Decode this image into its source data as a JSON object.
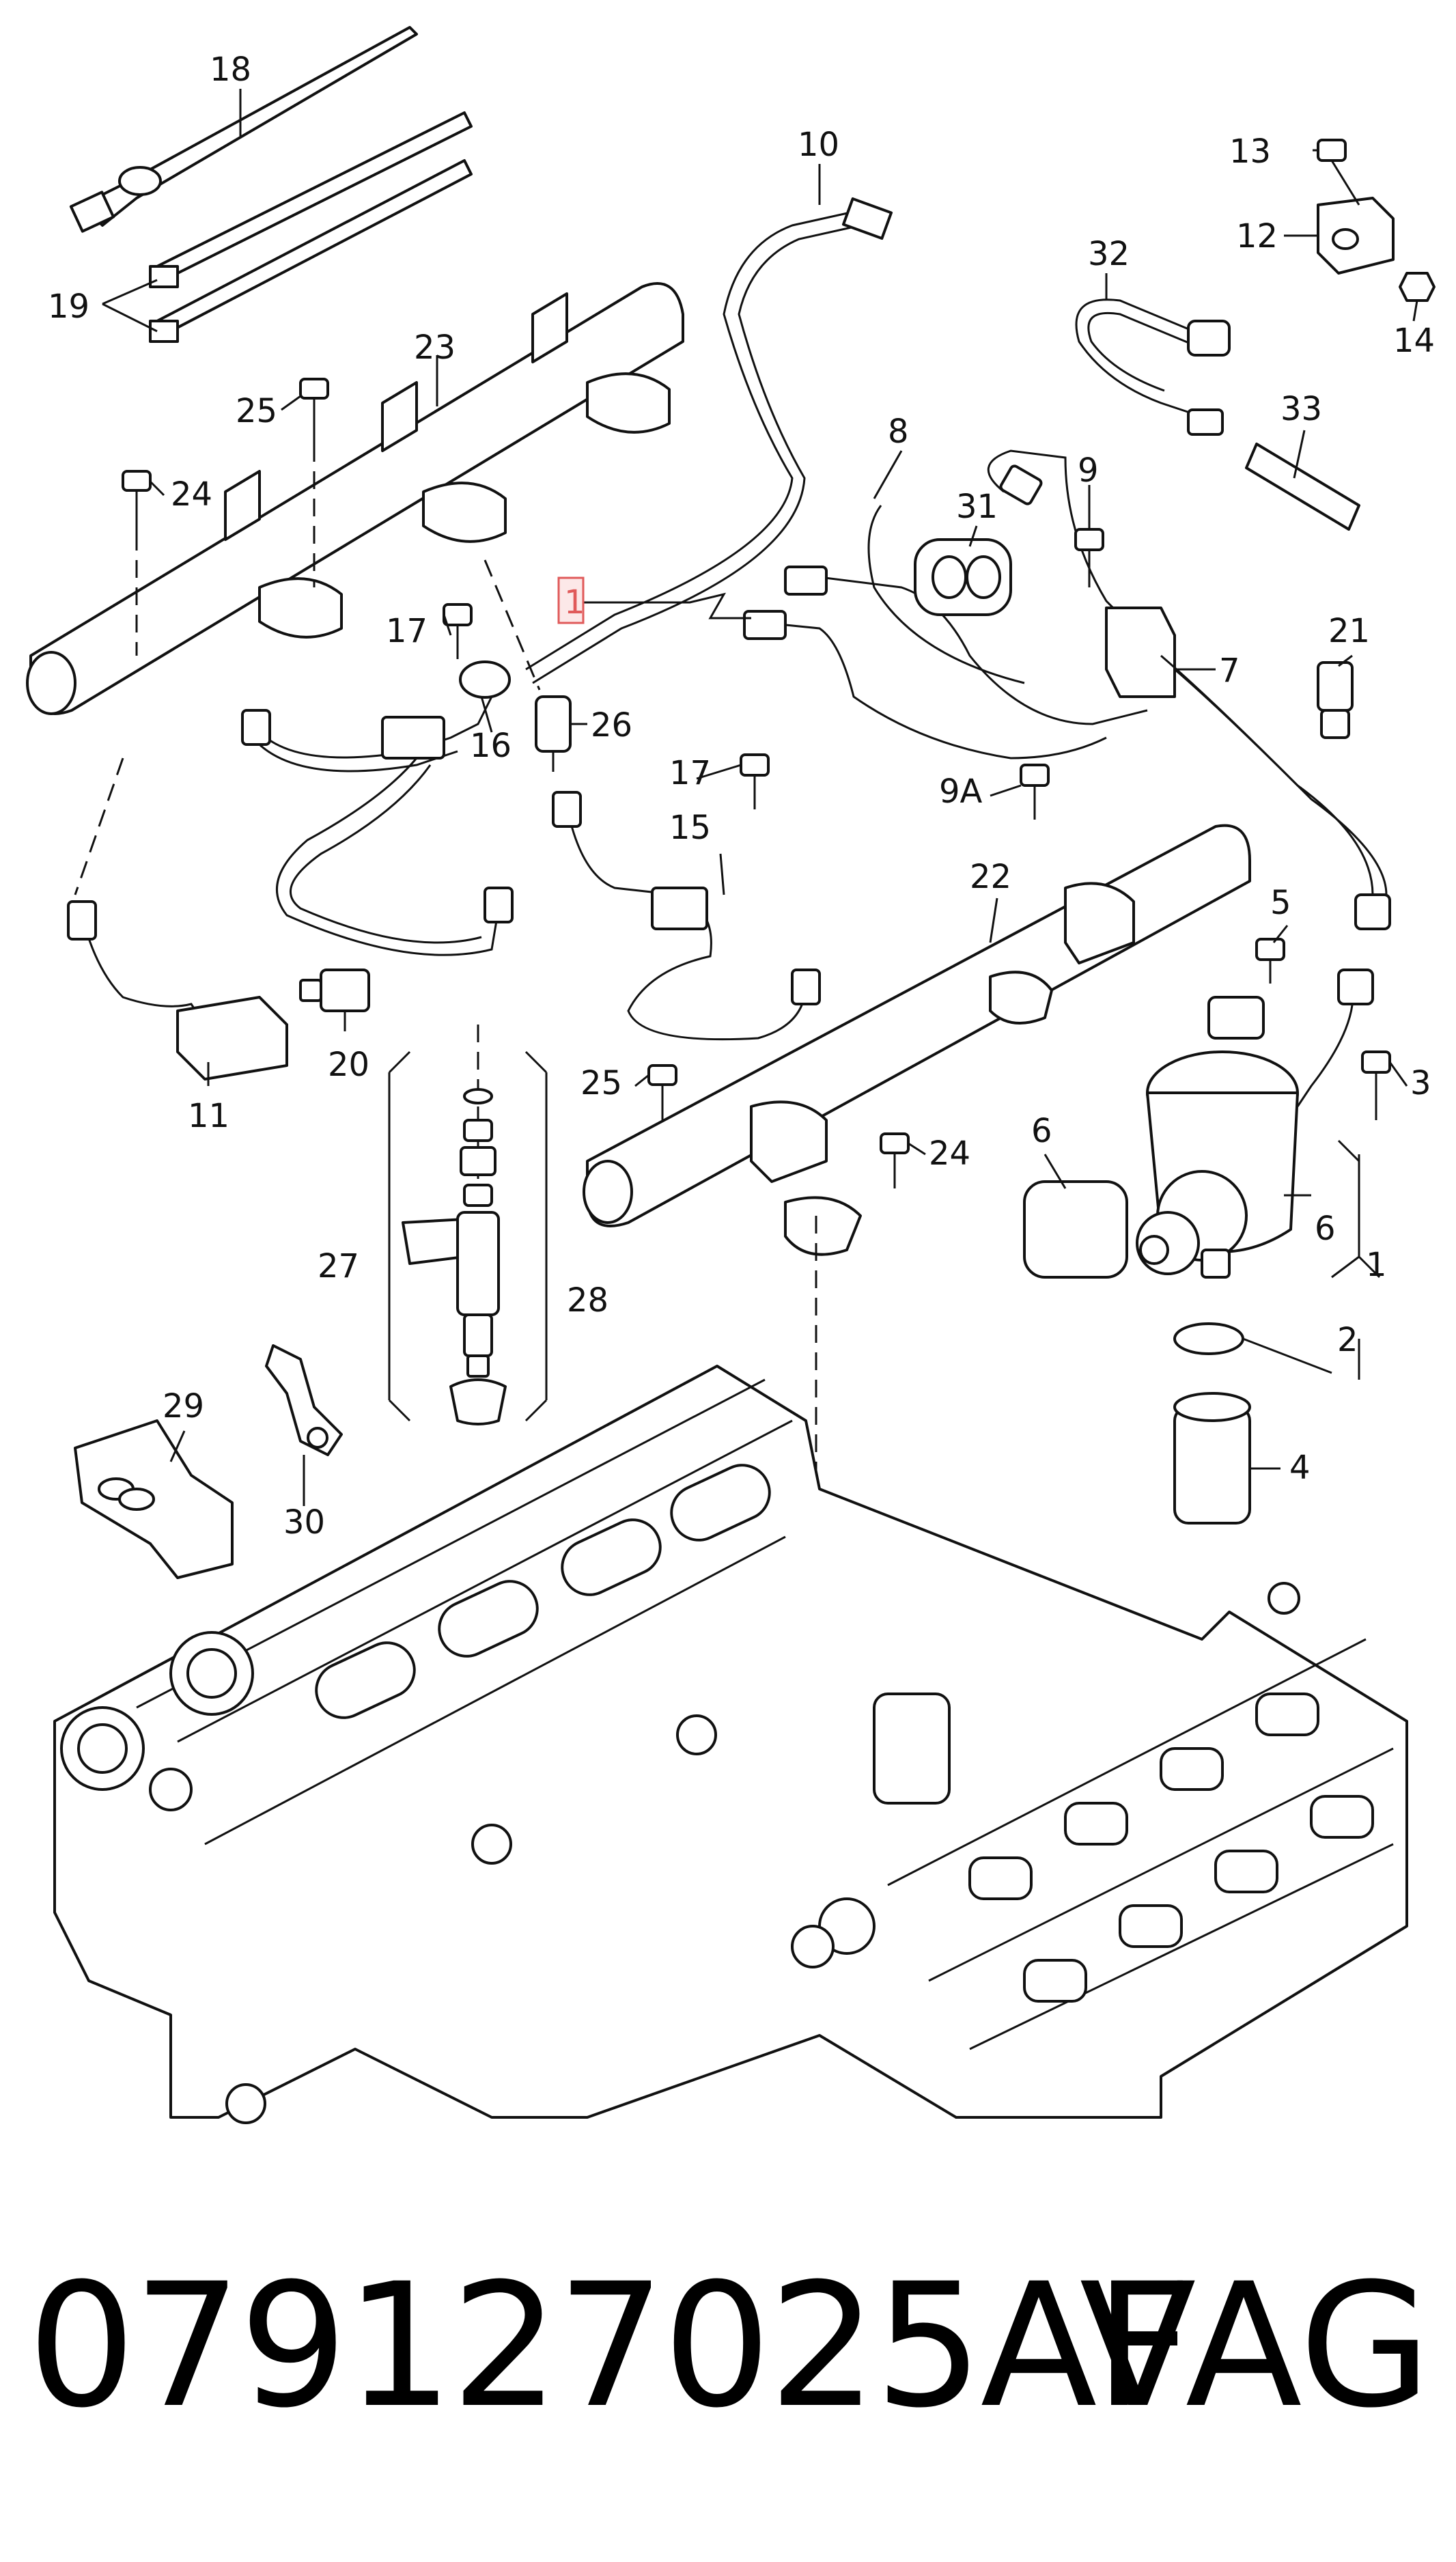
{
  "diagram": {
    "callouts": {
      "c1_highlight": "1",
      "c1": "1",
      "c2": "2",
      "c3": "3",
      "c4": "4",
      "c5": "5",
      "c6a": "6",
      "c6b": "6",
      "c7": "7",
      "c8": "8",
      "c9": "9",
      "c9a": "9A",
      "c10": "10",
      "c11": "11",
      "c12": "12",
      "c13": "13",
      "c14": "14",
      "c15": "15",
      "c16": "16",
      "c17a": "17",
      "c17b": "17",
      "c18": "18",
      "c19": "19",
      "c20": "20",
      "c21": "21",
      "c22": "22",
      "c23": "23",
      "c24a": "24",
      "c24b": "24",
      "c25a": "25",
      "c25b": "25",
      "c26": "26",
      "c27": "27",
      "c28": "28",
      "c29": "29",
      "c30": "30",
      "c31": "31",
      "c32": "32",
      "c33": "33"
    },
    "highlight_color": "#e05a5a"
  },
  "footer": {
    "part_number": "079127025AF",
    "brand": "VAG"
  }
}
